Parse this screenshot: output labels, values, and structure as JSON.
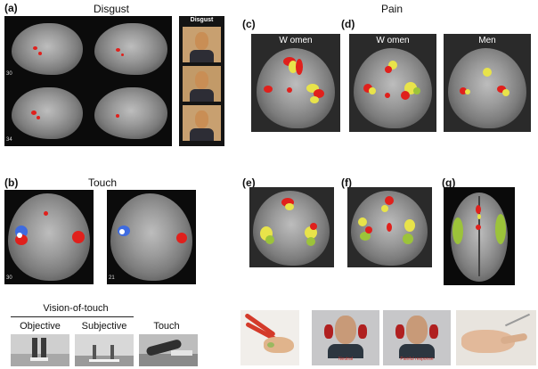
{
  "labels": {
    "a": "(a)",
    "b": "(b)",
    "c": "(c)",
    "d": "(d)",
    "e": "(e)",
    "f": "(f)",
    "g": "(g)"
  },
  "titles": {
    "disgust": "Disgust",
    "disgust_strip": "Disgust",
    "pain": "Pain",
    "touch": "Touch",
    "vision_of_touch": "Vision-of-touch"
  },
  "pain_captions": [
    "W omen",
    "W omen",
    "Men"
  ],
  "vision_captions": [
    "Objective",
    "Subjective",
    "Touch"
  ],
  "face_captions": [
    "Neutral",
    "Painful response"
  ],
  "slice_numbers": {
    "a_top_left": "30",
    "a_bottom_left": "34",
    "b_left": "30",
    "b_right": "21"
  }
}
